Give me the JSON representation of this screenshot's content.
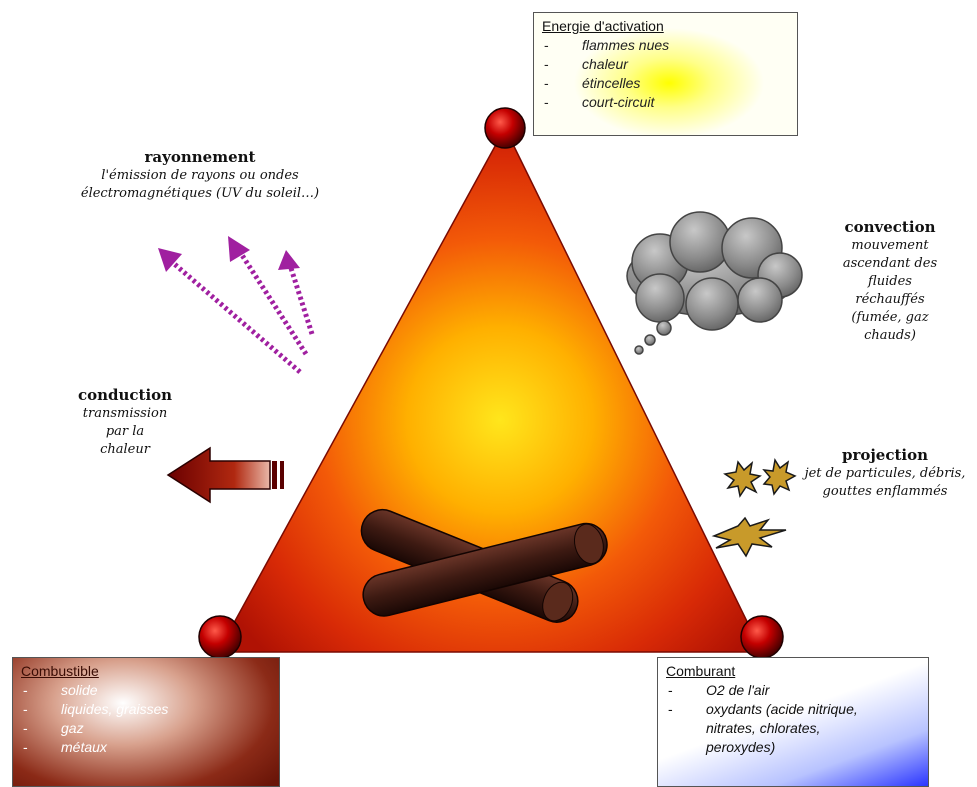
{
  "energy": {
    "title": "Energie d'activation",
    "items": [
      "flammes nues",
      "chaleur",
      "étincelles",
      "court-circuit"
    ]
  },
  "fuel": {
    "title": "Combustible",
    "items": [
      "solide",
      "liquides, graisses",
      "gaz",
      "métaux"
    ]
  },
  "oxidizer": {
    "title": "Comburant",
    "items": [
      "O2 de l'air",
      "oxydants (acide nitrique,",
      "nitrates, chlorates,",
      "peroxydes)"
    ]
  },
  "radiation": {
    "title": "rayonnement",
    "lines": [
      "l'émission de rayons ou ondes",
      "électromagnétiques (UV du soleil…)"
    ]
  },
  "conduction": {
    "title": "conduction",
    "lines": [
      "transmission",
      "par la",
      "chaleur"
    ]
  },
  "convection": {
    "title": "convection",
    "lines": [
      "mouvement",
      "ascendant des",
      "fluides",
      "réchauffés",
      "(fumée, gaz",
      "chauds)"
    ]
  },
  "projection": {
    "title": "projection",
    "lines": [
      "jet de particules, débris,",
      "gouttes enflammés"
    ]
  },
  "colors": {
    "triangle_center": "#ffe21a",
    "triangle_edge": "#c81806",
    "vertex": "#c40000",
    "radiation_arrows": "#a020a0",
    "cloud": "#8a8a8a",
    "conduction_arrow": "#8b0000",
    "logs": "#3d1a12"
  }
}
